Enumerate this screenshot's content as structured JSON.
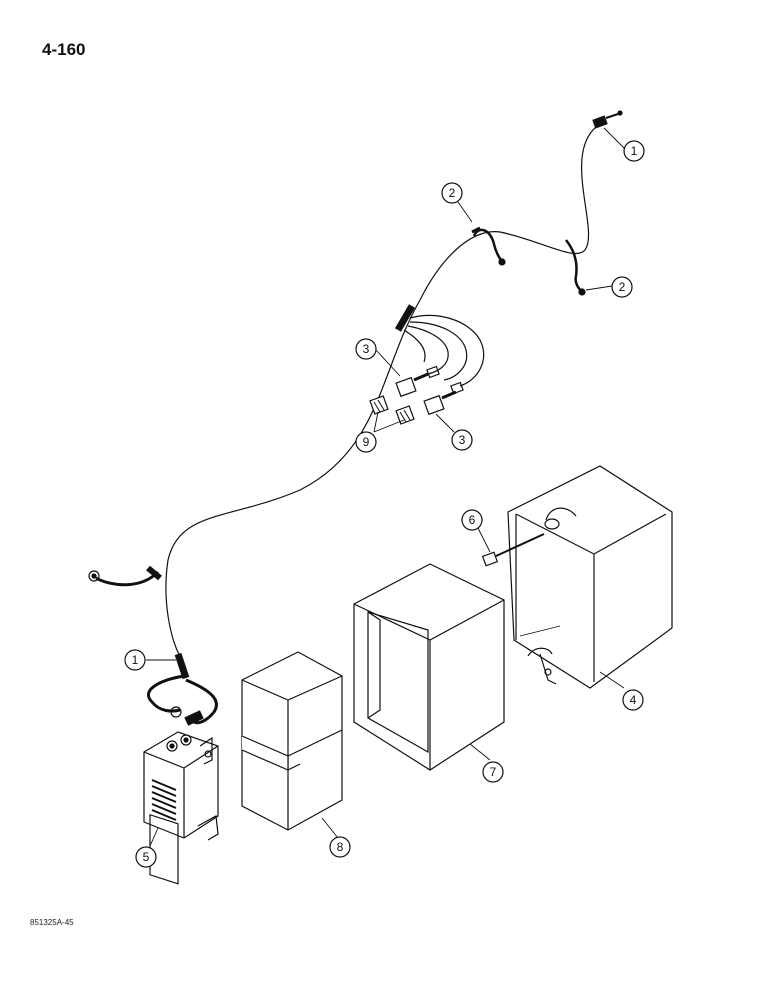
{
  "page": {
    "number": "4-160",
    "reference_code": "851325A-45"
  },
  "callouts": [
    {
      "id": "c1a",
      "label": "1"
    },
    {
      "id": "c1b",
      "label": "1"
    },
    {
      "id": "c2a",
      "label": "2"
    },
    {
      "id": "c2b",
      "label": "2"
    },
    {
      "id": "c3a",
      "label": "3"
    },
    {
      "id": "c3b",
      "label": "3"
    },
    {
      "id": "c4",
      "label": "4"
    },
    {
      "id": "c5",
      "label": "5"
    },
    {
      "id": "c6",
      "label": "6"
    },
    {
      "id": "c7",
      "label": "7"
    },
    {
      "id": "c8",
      "label": "8"
    },
    {
      "id": "c9",
      "label": "9"
    }
  ]
}
